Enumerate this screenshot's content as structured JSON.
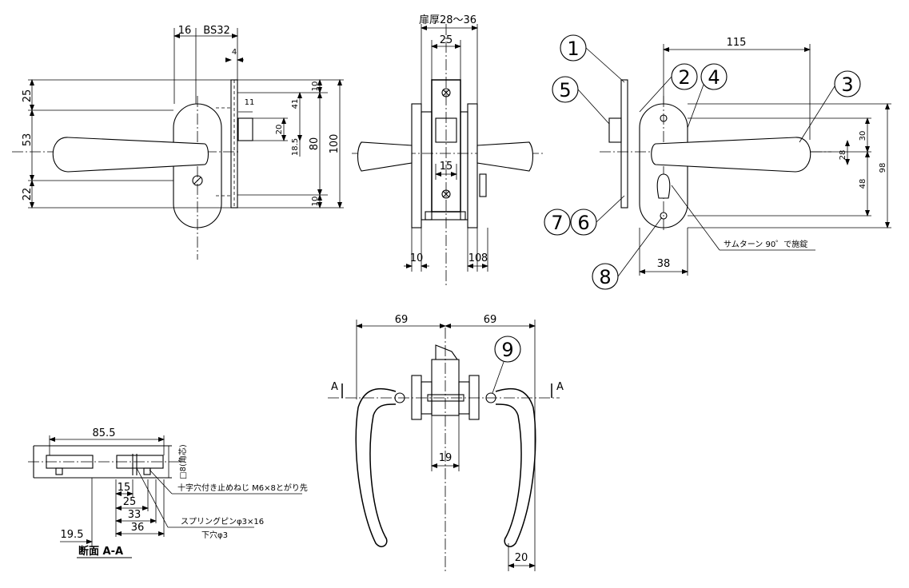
{
  "front_view": {
    "dims": {
      "d16": "16",
      "bs32": "BS32",
      "d4": "4",
      "d25": "25",
      "d53": "53",
      "d22": "22",
      "d11": "11",
      "d41": "41",
      "d20": "20",
      "d18_5": "18.5",
      "d80": "80",
      "d100": "100",
      "d10_top": "10",
      "d10_bot": "10"
    }
  },
  "side_view": {
    "dims": {
      "door_thickness": "扉厚28～36",
      "d25": "25",
      "d15": "15",
      "d10_left": "10",
      "d10_right": "10",
      "d8": "8"
    }
  },
  "rear_view": {
    "dims": {
      "d115": "115",
      "d30": "30",
      "d28": "28",
      "d98": "98",
      "d48": "48",
      "d38": "38"
    },
    "balloons": [
      "1",
      "2",
      "4",
      "3",
      "5",
      "7",
      "6",
      "8"
    ],
    "note": "サムターン 90゜で施錠"
  },
  "top_view": {
    "dims": {
      "d69_left": "69",
      "d69_right": "69",
      "d19": "19",
      "d20": "20"
    },
    "balloon": "9",
    "section_mark": "A"
  },
  "section_view": {
    "dims": {
      "d85_5": "85.5",
      "d15": "15",
      "d25": "25",
      "d33": "33",
      "d36": "36",
      "d19_5": "19.5",
      "square": "□8(角芯)"
    },
    "notes": {
      "screw": "十字穴付き止めねじ M6×8とがり先",
      "pin": "スプリングピンφ3×16",
      "hole": "下穴φ3"
    },
    "title": "断面 A-A"
  }
}
